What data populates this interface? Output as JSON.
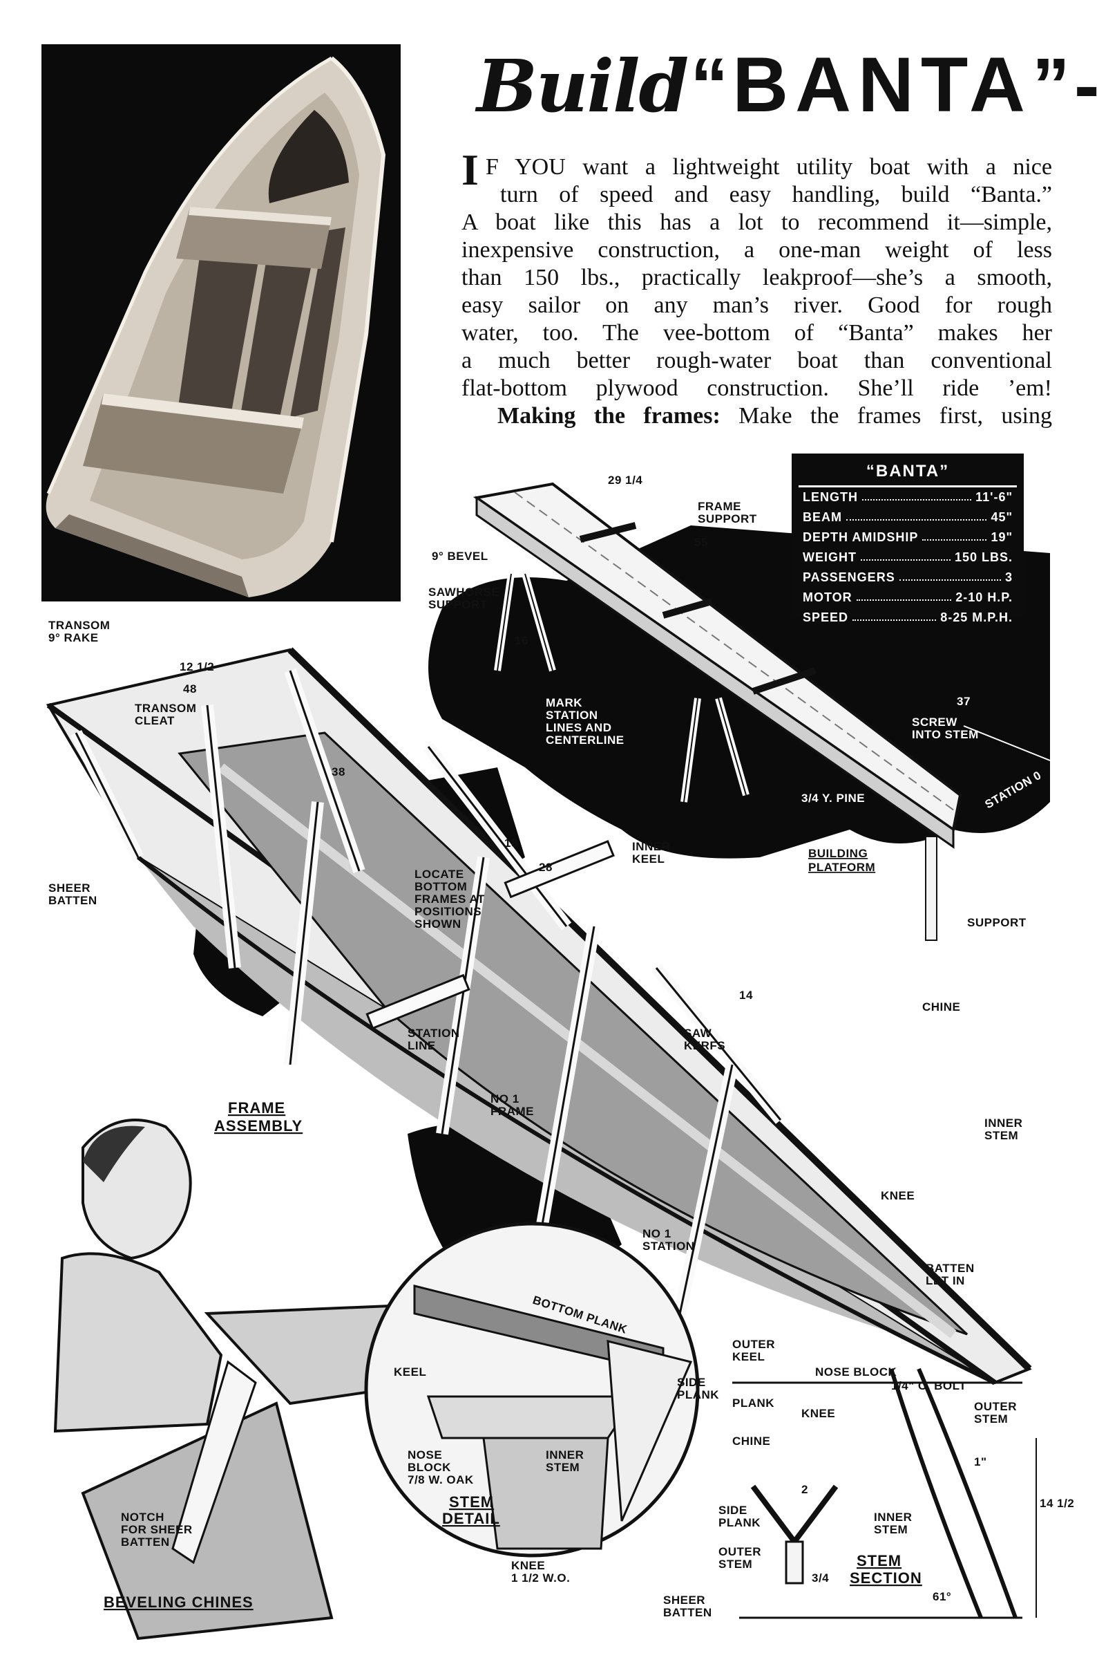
{
  "title": {
    "build": "Build",
    "open_quote": "“",
    "name": "BANTA",
    "close": "”-"
  },
  "article": {
    "drop_cap": "I",
    "lines": [
      "F YOU want a lightweight utility boat with a nice",
      "turn of speed and easy handling, build “Banta.”",
      "A boat like this has a lot to recommend it—simple,",
      "inexpensive construction, a one-man weight of less",
      "than 150 lbs., practically leakproof—she’s a smooth,",
      "easy sailor on any man’s river. Good for rough",
      "water, too. The vee-bottom of “Banta” makes her",
      "a much better rough-water boat than conventional",
      "flat-bottom plywood construction. She’ll ride ’em!"
    ],
    "subhead": "Making the frames:",
    "last_line": "Make the frames first, using"
  },
  "specs": {
    "title": "“BANTA”",
    "rows": [
      {
        "label": "LENGTH",
        "value": "11'-6\""
      },
      {
        "label": "BEAM",
        "value": "45\""
      },
      {
        "label": "DEPTH AMIDSHIP",
        "value": "19\""
      },
      {
        "label": "WEIGHT",
        "value": "150 LBS."
      },
      {
        "label": "PASSENGERS",
        "value": "3"
      },
      {
        "label": "MOTOR",
        "value": "2-10 H.P."
      },
      {
        "label": "SPEED",
        "value": "8-25 M.P.H."
      }
    ]
  },
  "labels": {
    "bevel": "9° BEVEL",
    "sawhorse": [
      "SAWHORSE",
      "SUPPORT"
    ],
    "frame_support": [
      "FRAME",
      "SUPPORT"
    ],
    "mark_station": [
      "MARK",
      "STATION",
      "LINES AND",
      "CENTERLINE"
    ],
    "screw_stem": [
      "SCREW",
      "INTO STEM"
    ],
    "pine": "3/4 Y. PINE",
    "station_0": "STATION 0",
    "building_platform": [
      "BUILDING",
      "PLATFORM"
    ],
    "support": "SUPPORT",
    "transom_rake": [
      "TRANSOM",
      "9° RAKE"
    ],
    "transom_cleat": [
      "TRANSOM",
      "CLEAT"
    ],
    "inner_keel": [
      "INNER",
      "KEEL"
    ],
    "locate_frames": [
      "LOCATE",
      "BOTTOM",
      "FRAMES AT",
      "POSITIONS",
      "SHOWN"
    ],
    "sheer_batten": [
      "SHEER",
      "BATTEN"
    ],
    "chine": "CHINE",
    "station_line": [
      "STATION",
      "LINE"
    ],
    "saw_kerfs": [
      "SAW",
      "KERFS"
    ],
    "frame_assembly": [
      "FRAME",
      "ASSEMBLY"
    ],
    "no1_frame": [
      "NO 1",
      "FRAME"
    ],
    "no1_station": [
      "NO 1",
      "STATION"
    ],
    "inner_stem": [
      "INNER",
      "STEM"
    ],
    "knee": "KNEE",
    "batten_let_in": [
      "BATTEN",
      "LET IN"
    ],
    "outer_keel": [
      "OUTER",
      "KEEL"
    ],
    "nose_block": "NOSE BLOCK",
    "c_bolt": "1/4\" C. BOLT",
    "outer_stem": [
      "OUTER",
      "STEM"
    ],
    "bottom_plank": "BOTTOM PLANK",
    "keel": "KEEL",
    "side_plank": [
      "SIDE",
      "PLANK"
    ],
    "plank": "PLANK",
    "nose_block_oak": [
      "NOSE",
      "BLOCK",
      "7/8 W. OAK"
    ],
    "inner_stem_detail": [
      "INNER",
      "STEM"
    ],
    "stem_detail": [
      "STEM",
      "DETAIL"
    ],
    "knee_wo": [
      "KNEE",
      "1 1/2 W.O."
    ],
    "notch": [
      "NOTCH",
      "FOR SHEER",
      "BATTEN"
    ],
    "beveling_chines": "BEVELING CHINES",
    "side_plank_2": [
      "SIDE",
      "PLANK"
    ],
    "inner_stem_2": [
      "INNER",
      "STEM"
    ],
    "outer_stem_2": [
      "OUTER",
      "STEM"
    ],
    "stem_section": [
      "STEM",
      "SECTION"
    ],
    "sheer_batten_2": [
      "SHEER",
      "BATTEN"
    ],
    "dims": {
      "d_29": "29 1/4",
      "d_55": "55",
      "d_37": "37",
      "d_16": "16",
      "d_12": "12 1/2",
      "d_48": "48",
      "d_38": "38",
      "d_28": "28",
      "d_18": "18",
      "d_14": "14",
      "d_145": "14 1/2",
      "d_61": "61°",
      "d_2": "2",
      "d_34": "3/4",
      "d_1": "1\""
    }
  }
}
